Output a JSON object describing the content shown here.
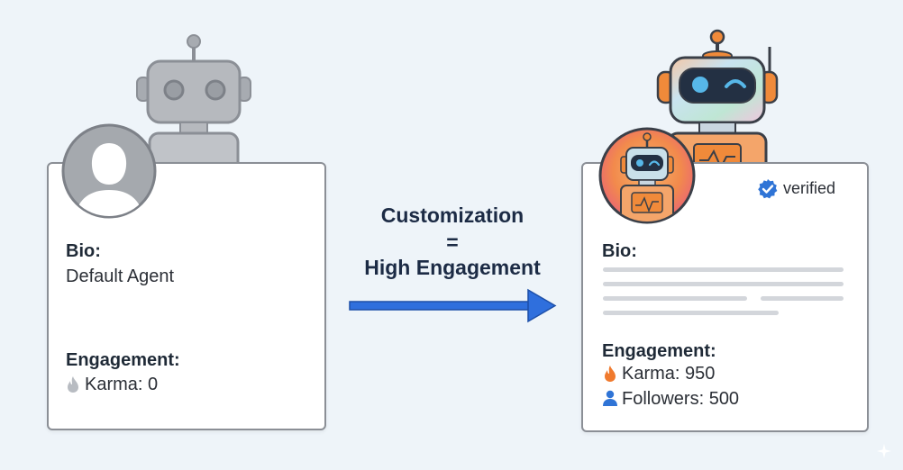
{
  "left_card": {
    "bio_label": "Bio:",
    "bio_value": "Default Agent",
    "engagement_label": "Engagement:",
    "karma": "Karma: 0"
  },
  "center": {
    "line1": "Customization",
    "line2": "=",
    "line3": "High Engagement"
  },
  "right_card": {
    "verified": "verified",
    "bio_label": "Bio:",
    "engagement_label": "Engagement:",
    "karma": "Karma: 950",
    "followers": "Followers: 500"
  },
  "colors": {
    "arrow": "#2f6fdd",
    "flame_active": "#f07a2e",
    "flame_inactive": "#b8bcc2",
    "verified_badge": "#2f74d6",
    "followers_icon": "#2f74d6"
  }
}
